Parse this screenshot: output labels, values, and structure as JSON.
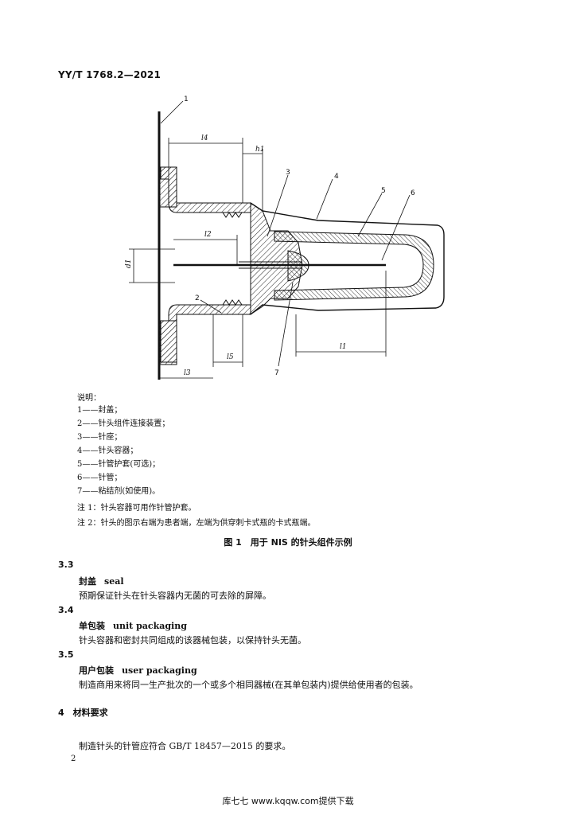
{
  "header": {
    "std_no": "YY/T 1768.2—2021"
  },
  "figure": {
    "callouts": [
      "1",
      "2",
      "3",
      "4",
      "5",
      "6",
      "7"
    ],
    "dims": {
      "l4": "l4",
      "h1": "h1",
      "l2": "l2",
      "d1": "d1",
      "l1": "l1",
      "l5": "l5",
      "l3": "l3"
    },
    "legend_title": "说明：",
    "legend": [
      "1——封盖；",
      "2——针头组件连接装置；",
      "3——针座；",
      "4——针头容器；",
      "5——针管护套(可选)；",
      "6——针管；",
      "7——粘结剂(如使用)。"
    ],
    "notes": [
      "注 1：针头容器可用作针管护套。",
      "注 2：针头的图示右端为患者端，左端为供穿刺卡式瓶的卡式瓶端。"
    ],
    "caption": "图 1　用于 NIS 的针头组件示例"
  },
  "sections": [
    {
      "num": "3.3",
      "term_cn": "封盖",
      "term_en": "seal",
      "definition": "预期保证针头在针头容器内无菌的可去除的屏障。"
    },
    {
      "num": "3.4",
      "term_cn": "单包装",
      "term_en": "unit packaging",
      "definition": "针头容器和密封共同组成的该器械包装，以保持针头无菌。"
    },
    {
      "num": "3.5",
      "term_cn": "用户包装",
      "term_en": "user packaging",
      "definition": "制造商用来将同一生产批次的一个或多个相同器械(在其单包装内)提供给使用者的包装。"
    }
  ],
  "chapter4": {
    "title": "4　材料要求",
    "text": "制造针头的针管应符合 GB/T 18457—2015 的要求。"
  },
  "page_number": "2",
  "footer": "库七七 www.kqqw.com提供下载"
}
